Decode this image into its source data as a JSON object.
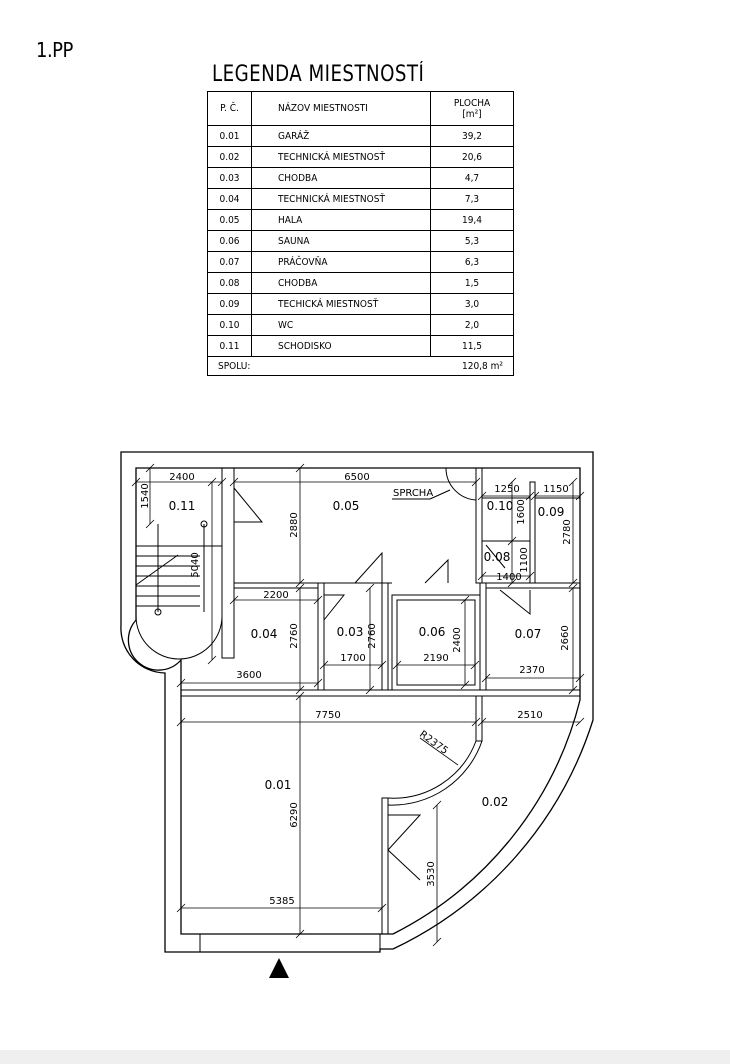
{
  "floor_label": "1.PP",
  "legend": {
    "title": "LEGENDA MIESTNOSTÍ",
    "headers": {
      "number": "P. Č.",
      "name": "NÁZOV MIESTNOSTI",
      "area_line1": "PLOCHA",
      "area_line2": "[m²]"
    },
    "rows": [
      {
        "number": "0.01",
        "name": "GARÁŽ",
        "area": "39,2"
      },
      {
        "number": "0.02",
        "name": "TECHNICKÁ MIESTNOSŤ",
        "area": "20,6"
      },
      {
        "number": "0.03",
        "name": "CHODBA",
        "area": "4,7"
      },
      {
        "number": "0.04",
        "name": "TECHNICKÁ MIESTNOSŤ",
        "area": "7,3"
      },
      {
        "number": "0.05",
        "name": "HALA",
        "area": "19,4"
      },
      {
        "number": "0.06",
        "name": "SAUNA",
        "area": "5,3"
      },
      {
        "number": "0.07",
        "name": "PRÁČOVŇA",
        "area": "6,3"
      },
      {
        "number": "0.08",
        "name": "CHODBA",
        "area": "1,5"
      },
      {
        "number": "0.09",
        "name": "TECHICKÁ MIESTNOSŤ",
        "area": "3,0"
      },
      {
        "number": "0.10",
        "name": "WC",
        "area": "2,0"
      },
      {
        "number": "0.11",
        "name": "SCHODISKO",
        "area": "11,5"
      }
    ],
    "total_label": "SPOLU:",
    "total_value": "120,8 m²"
  },
  "plan": {
    "room_labels": {
      "r001": "0.01",
      "r002": "0.02",
      "r003": "0.03",
      "r004": "0.04",
      "r005": "0.05",
      "r006": "0.06",
      "r007": "0.07",
      "r008": "0.08",
      "r009": "0.09",
      "r010": "0.10",
      "r011": "0.11"
    },
    "note_sprcha": "SPRCHA",
    "dimensions": {
      "d2400": "2400",
      "d6500": "6500",
      "d1250": "1250",
      "d1150": "1150",
      "d1540": "1540",
      "d2880": "2880",
      "d1600": "1600",
      "d2780": "2780",
      "d5040": "5040",
      "d1100": "1100",
      "d1400": "1400",
      "d2200": "2200",
      "d2760a": "2760",
      "d2760b": "2760",
      "d2400v": "2400",
      "d2660": "2660",
      "d1700": "1700",
      "d2190": "2190",
      "d2370": "2370",
      "d3600": "3600",
      "d7750": "7750",
      "d2510": "2510",
      "dR2375": "R2375",
      "d6290": "6290",
      "d3530": "3530",
      "d5385": "5385"
    }
  }
}
